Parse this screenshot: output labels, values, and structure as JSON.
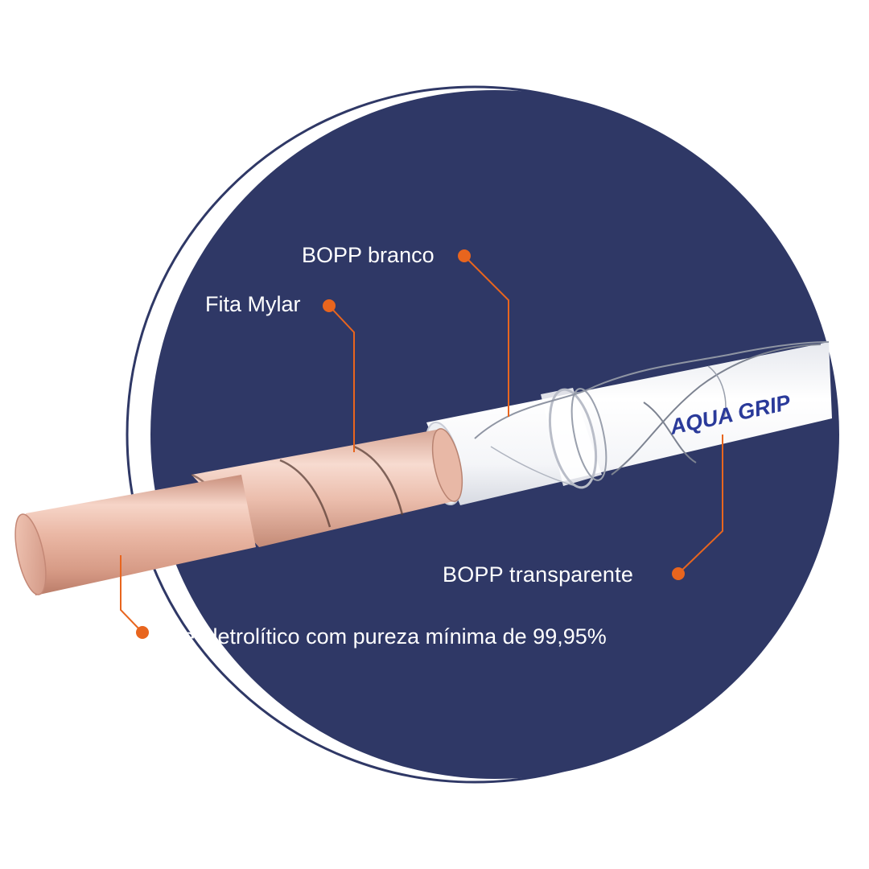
{
  "colors": {
    "background": "#ffffff",
    "circle": "#2f3866",
    "leader": "#e8651e",
    "brand_text": "#2a3a9a",
    "copper": "#e7b3a0"
  },
  "labels": {
    "bopp_branco": "BOPP branco",
    "fita_mylar": "Fita Mylar",
    "bopp_transparente": "BOPP transparente",
    "cobre": "re eletrolítico com pureza mínima de 99,95%"
  },
  "brand": "AQUA GRIP"
}
